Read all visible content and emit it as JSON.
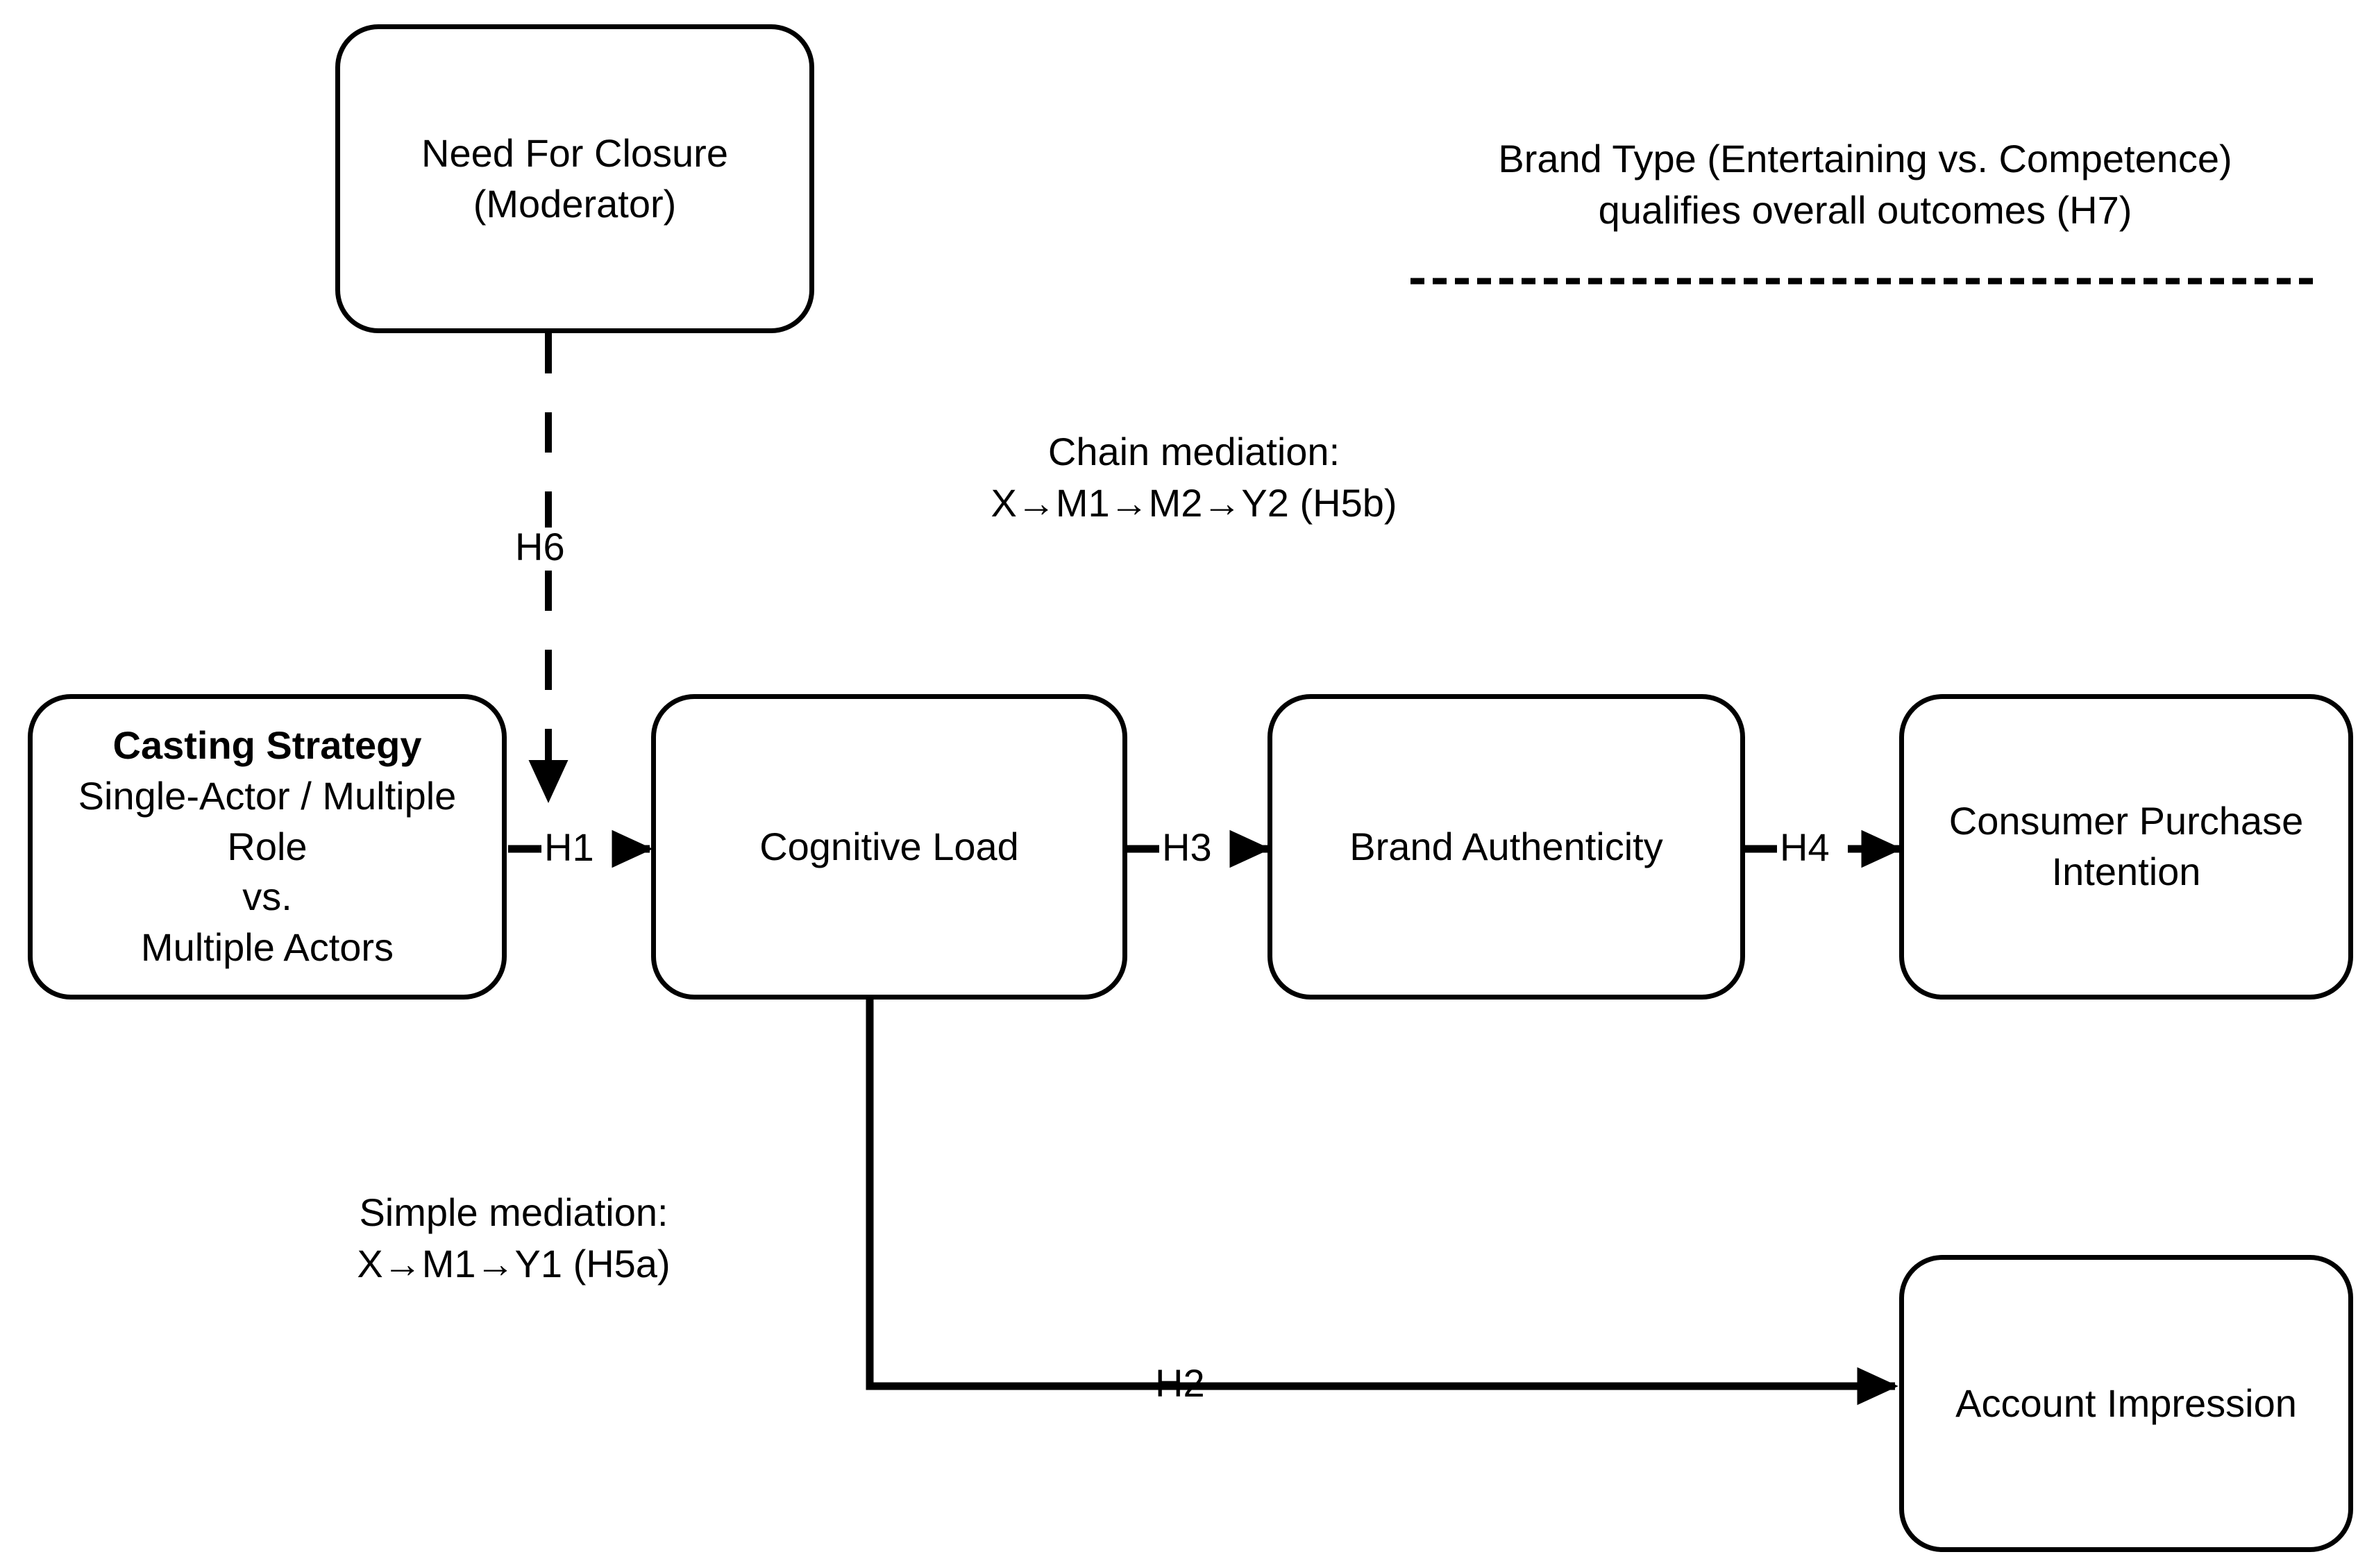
{
  "diagram": {
    "title_visible": false,
    "background_color": "#ffffff",
    "line_color": "#000000",
    "nodes": [
      {
        "id": "need-for-closure",
        "lines": [
          "Need For Closure",
          "(Moderator)"
        ],
        "bold_first_line": false
      },
      {
        "id": "casting-strategy",
        "lines": [
          "Casting Strategy",
          "Single-Actor / Multiple",
          "Role",
          "vs.",
          "Multiple Actors"
        ],
        "bold_first_line": true
      },
      {
        "id": "cognitive-load",
        "lines": [
          "Cognitive Load"
        ],
        "bold_first_line": false
      },
      {
        "id": "brand-authenticity",
        "lines": [
          "Brand Authenticity"
        ],
        "bold_first_line": false
      },
      {
        "id": "consumer-purchase-intention",
        "lines": [
          "Consumer Purchase",
          "Intention"
        ],
        "bold_first_line": false
      },
      {
        "id": "account-impression",
        "lines": [
          "Account Impression"
        ],
        "bold_first_line": false
      }
    ],
    "edges": [
      {
        "id": "h1",
        "label": "H1",
        "from": "casting-strategy",
        "to": "cognitive-load",
        "style": "solid-arrow"
      },
      {
        "id": "h2",
        "label": "H2",
        "from": "cognitive-load",
        "to": "account-impression",
        "style": "solid-elbow-arrow"
      },
      {
        "id": "h3",
        "label": "H3",
        "from": "cognitive-load",
        "to": "brand-authenticity",
        "style": "solid-arrow"
      },
      {
        "id": "h4",
        "label": "H4",
        "from": "brand-authenticity",
        "to": "consumer-purchase-intention",
        "style": "solid-arrow"
      },
      {
        "id": "h6",
        "label": "H6",
        "from": "need-for-closure",
        "to": "casting-strategy-to-cognitive-load-path",
        "style": "dashed-arrow"
      }
    ],
    "annotations": [
      {
        "id": "brand-type-moderation",
        "lines": [
          "Brand Type (Entertaining vs. Competence)",
          "qualifies overall outcomes (H7)"
        ],
        "has_dashed_rule": true
      },
      {
        "id": "chain-mediation",
        "lines": [
          "Chain mediation:",
          "X→M1→M2→Y2 (H5b)"
        ],
        "has_dashed_rule": false
      },
      {
        "id": "simple-mediation",
        "lines": [
          "Simple mediation:",
          "X→M1→Y1 (H5a)"
        ],
        "has_dashed_rule": false
      }
    ]
  }
}
